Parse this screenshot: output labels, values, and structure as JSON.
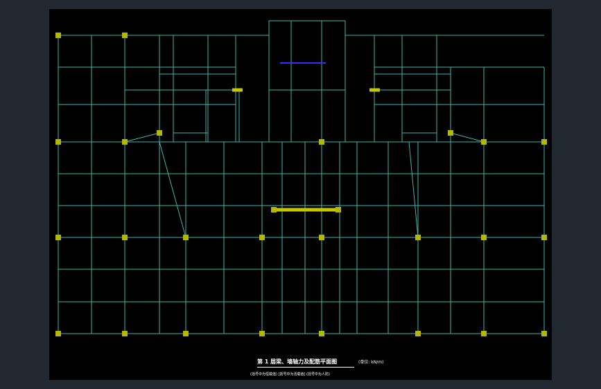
{
  "drawing": {
    "title": "第 1 层梁、墙轴力及配筋平面图",
    "unit": "(单位: kN/m)",
    "subtitle": "(括号中为恒载值) [括号中为活载值] (括号中为人防)"
  },
  "colors": {
    "background": "#212830",
    "canvas": "#000000",
    "grid_line": "#3fb7a8",
    "column": "#b5b800",
    "wall": "#c8c800",
    "label": "#ffffff",
    "accent": "#3030ff"
  }
}
